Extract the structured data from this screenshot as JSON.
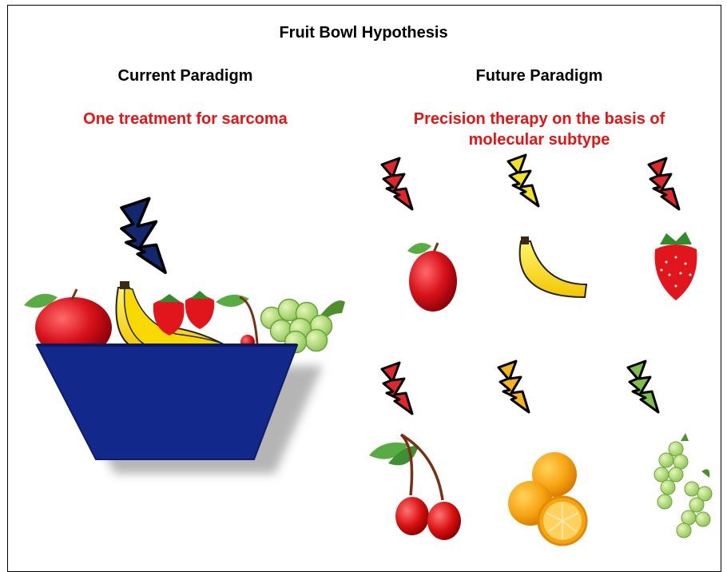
{
  "title": "Fruit Bowl Hypothesis",
  "left": {
    "heading": "Current Paradigm",
    "caption": "One treatment for sarcoma",
    "bowl_color": "#12288a",
    "bolt_color": "#12286e"
  },
  "right": {
    "heading": "Future Paradigm",
    "caption_line1": "Precision therapy on the basis of",
    "caption_line2": "molecular subtype",
    "targets": [
      {
        "fruit": "apple-icon",
        "bolt_color": "#e3262b"
      },
      {
        "fruit": "banana-icon",
        "bolt_color": "#f4e221"
      },
      {
        "fruit": "strawberry-icon",
        "bolt_color": "#e3262b"
      },
      {
        "fruit": "cherry-icon",
        "bolt_color": "#e3262b"
      },
      {
        "fruit": "orange-icon",
        "bolt_color": "#f5b418"
      },
      {
        "fruit": "grapes-icon",
        "bolt_color": "#7cc04a"
      }
    ]
  },
  "colors": {
    "caption_red": "#ee1111"
  }
}
